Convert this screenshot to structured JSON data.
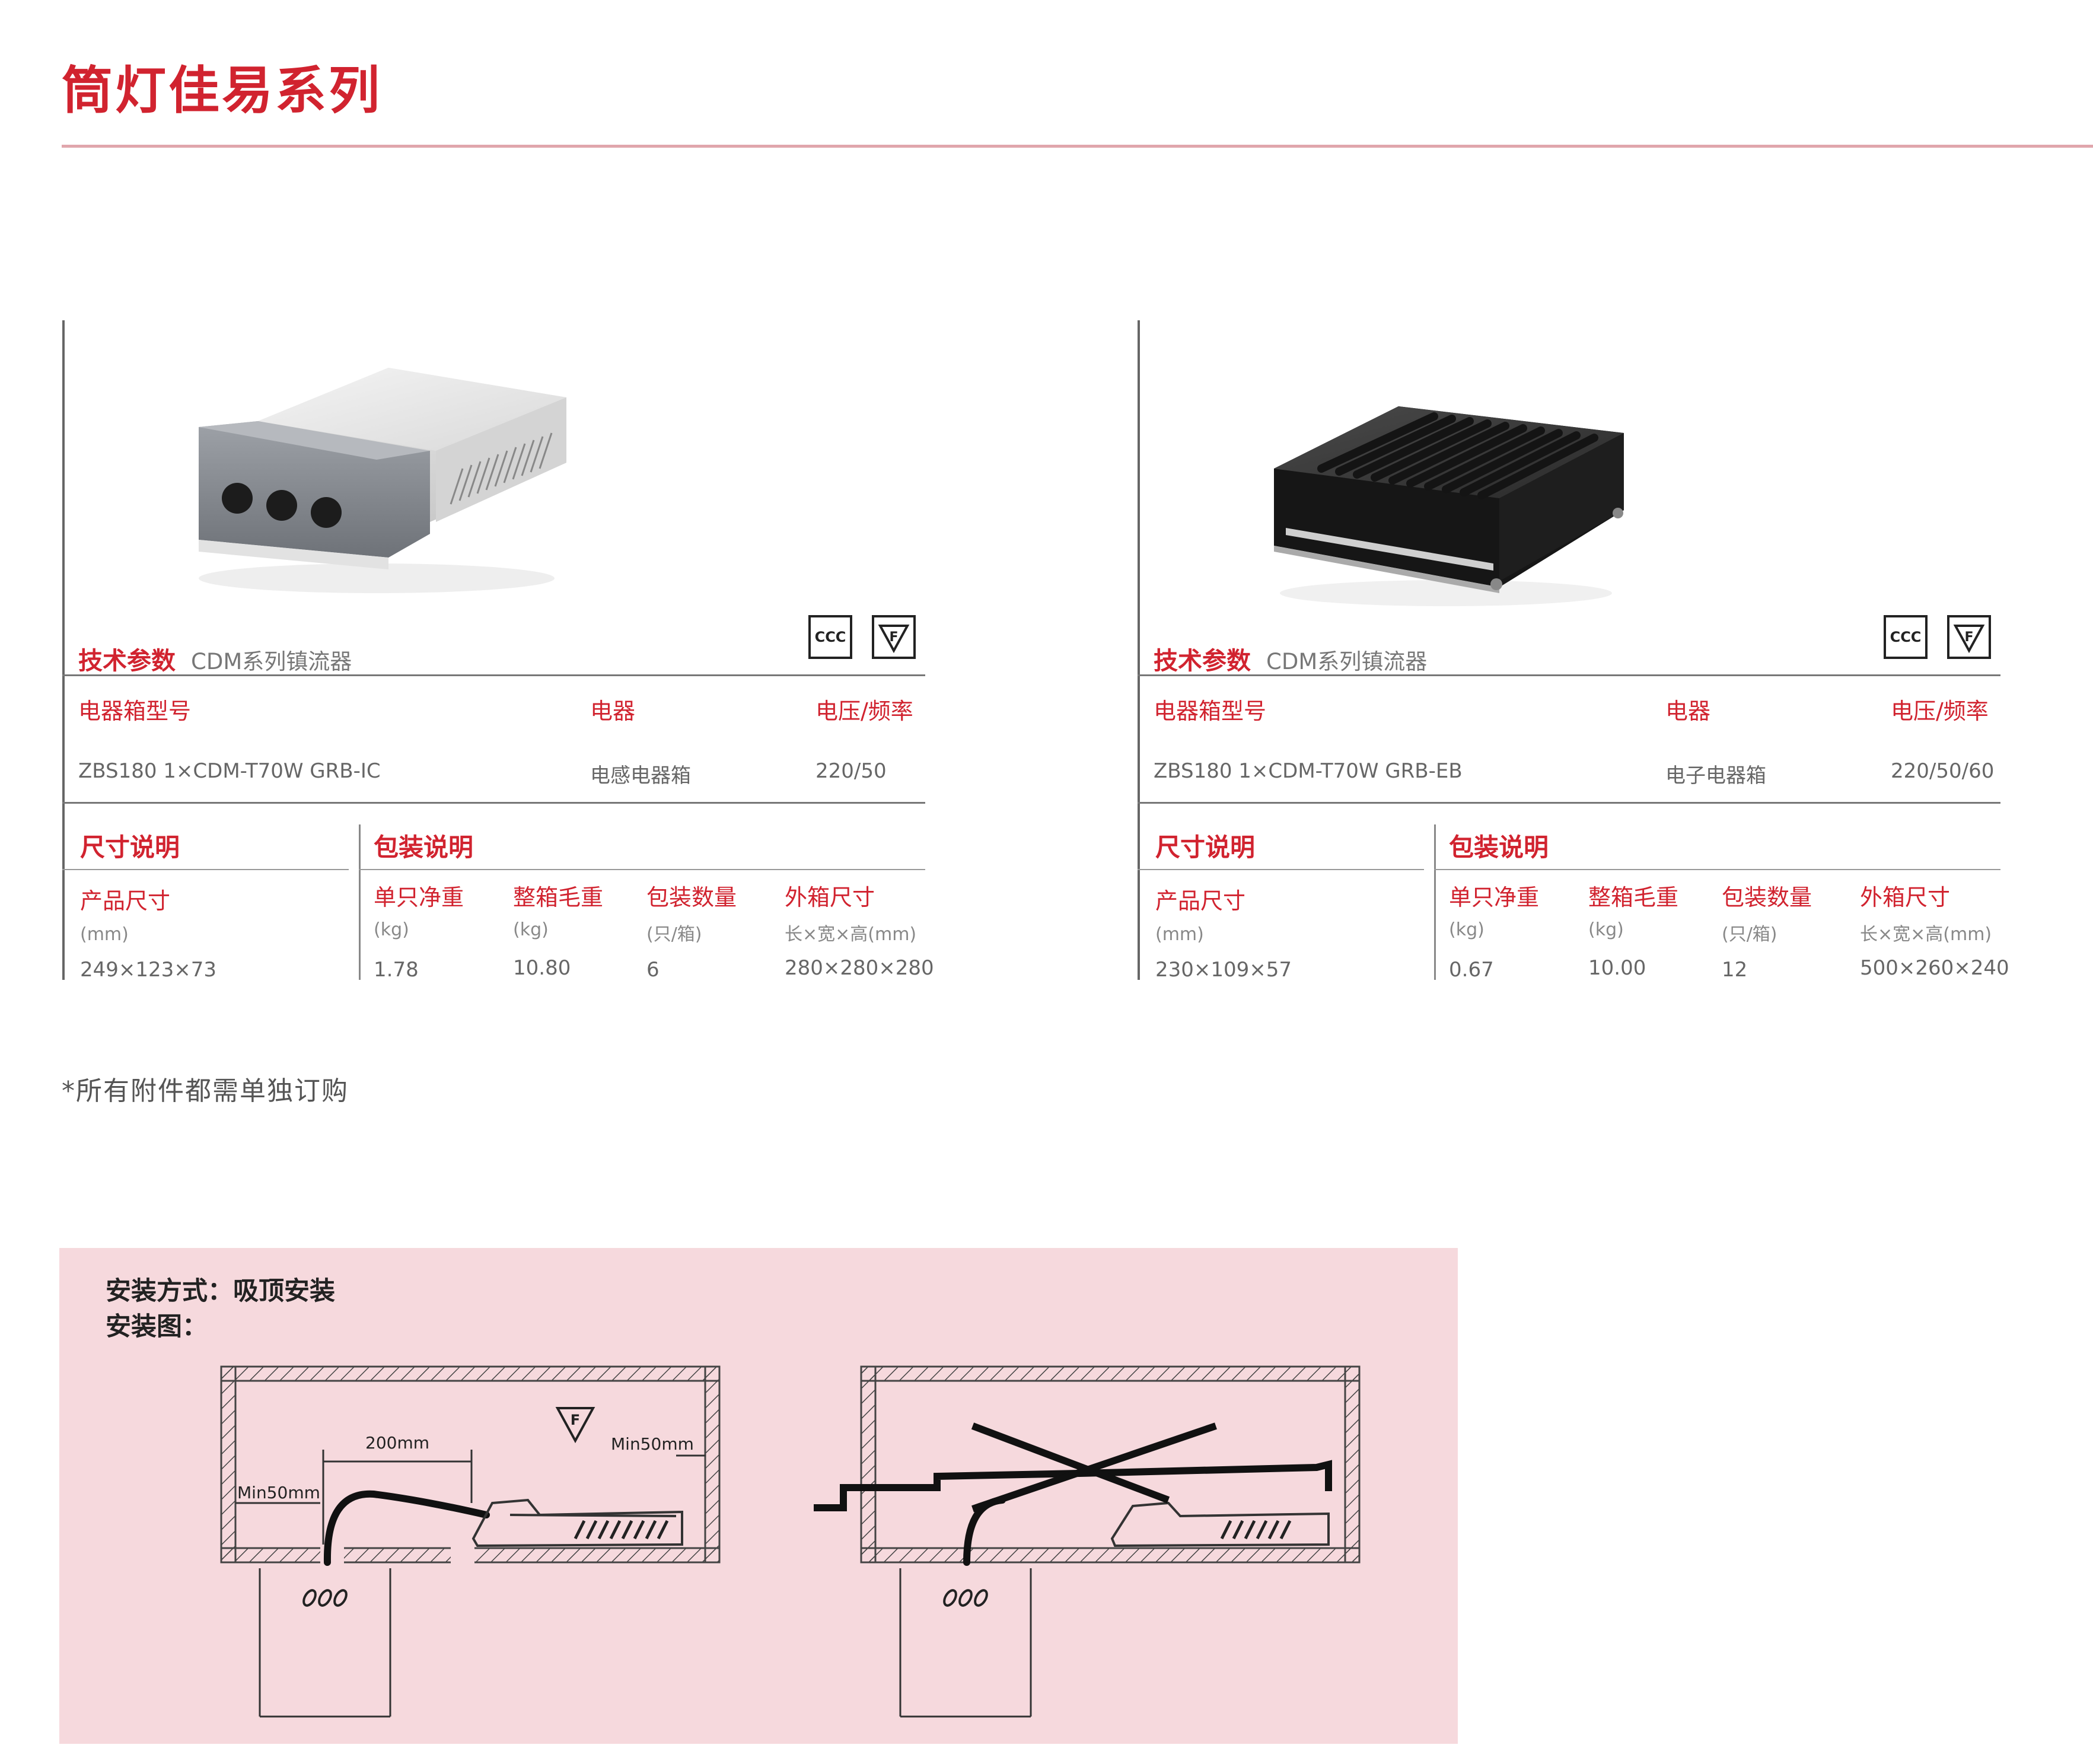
{
  "page": {
    "title": "筒灯佳易系列",
    "footnote": "*所有附件都需单独订购"
  },
  "colors": {
    "brand_red": "#d1232f",
    "install_bg": "#f6d9dd",
    "rule": "#e0a6ac"
  },
  "certifications": [
    {
      "icon": "ccc-certification-icon",
      "glyph": "CCC"
    },
    {
      "icon": "f-mark-icon",
      "glyph": "F"
    }
  ],
  "products": [
    {
      "image": "white-ballast-box-image",
      "spec_label": "技术参数",
      "spec_series": "CDM系列镇流器",
      "headers": {
        "model": "电器箱型号",
        "gear": "电器",
        "voltage": "电压/频率"
      },
      "model": "ZBS180 1×CDM-T70W GRB-IC",
      "gear": "电感电器箱",
      "voltage": "220/50",
      "size_section": "尺寸说明",
      "pack_section": "包装说明",
      "size_label": "产品尺寸",
      "size_unit": "(mm)",
      "size_value": "249×123×73",
      "pack_headers": [
        "单只净重",
        "整箱毛重",
        "包装数量",
        "外箱尺寸"
      ],
      "pack_units": [
        "(kg)",
        "(kg)",
        "(只/箱)",
        "长×宽×高(mm)"
      ],
      "pack_values": [
        "1.78",
        "10.80",
        "6",
        "280×280×280"
      ]
    },
    {
      "image": "black-ballast-box-image",
      "spec_label": "技术参数",
      "spec_series": "CDM系列镇流器",
      "headers": {
        "model": "电器箱型号",
        "gear": "电器",
        "voltage": "电压/频率"
      },
      "model": "ZBS180 1×CDM-T70W GRB-EB",
      "gear": "电子电器箱",
      "voltage": "220/50/60",
      "size_section": "尺寸说明",
      "pack_section": "包装说明",
      "size_label": "产品尺寸",
      "size_unit": "(mm)",
      "size_value": "230×109×57",
      "pack_headers": [
        "单只净重",
        "整箱毛重",
        "包装数量",
        "外箱尺寸"
      ],
      "pack_units": [
        "(kg)",
        "(kg)",
        "(只/箱)",
        "长×宽×高(mm)"
      ],
      "pack_values": [
        "0.67",
        "10.00",
        "12",
        "500×260×240"
      ]
    }
  ],
  "install": {
    "method": "安装方式：吸顶安装",
    "diagram_label": "安装图：",
    "dim_200": "200mm",
    "dim_min50_top": "Min50mm",
    "dim_min50_side": "Min50mm",
    "f_mark": "F"
  }
}
